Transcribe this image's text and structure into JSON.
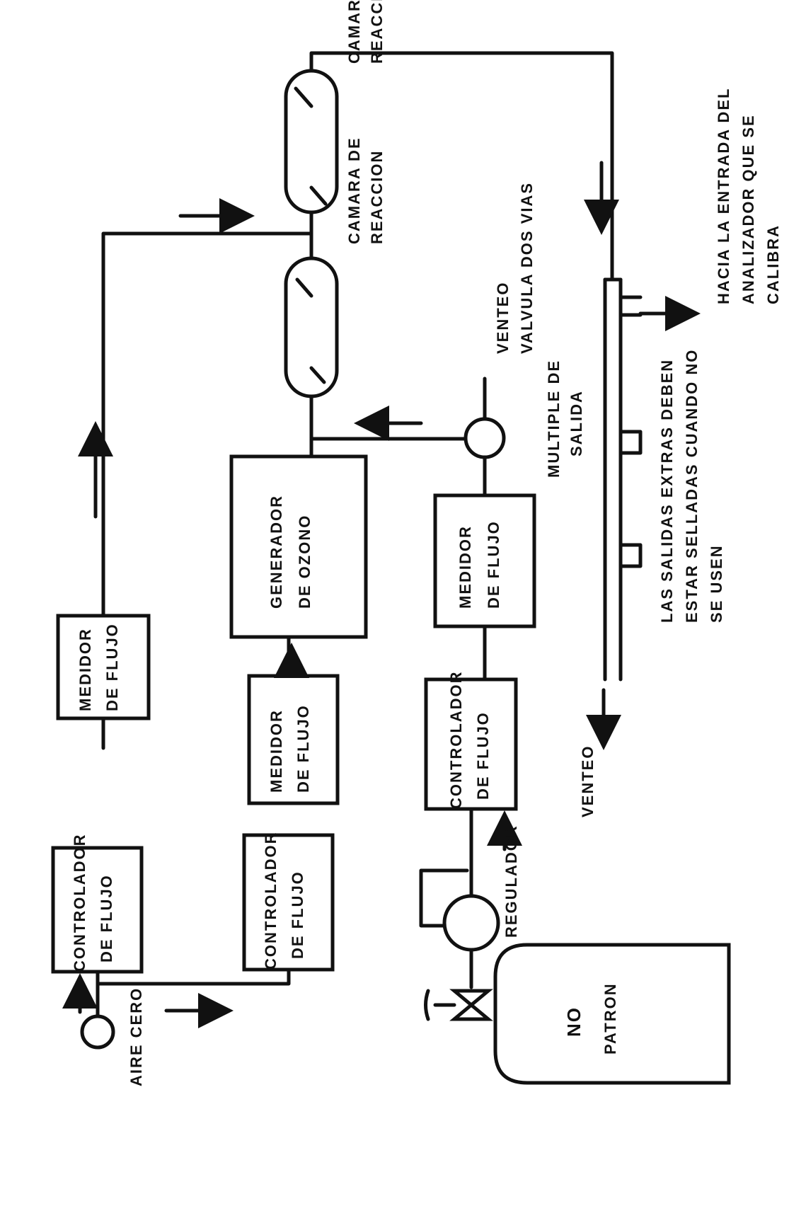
{
  "diagram": {
    "boxes": {
      "controller_1": [
        "CONTROLADOR",
        "DE FLUJO"
      ],
      "meter_1": [
        "MEDIDOR",
        "DE FLUJO"
      ],
      "controller_2": [
        "CONTROLADOR",
        "DE FLUJO"
      ],
      "meter_2": [
        "MEDIDOR",
        "DE FLUJO"
      ],
      "ozone_generator": [
        "GENERADOR",
        "DE OZONO"
      ],
      "controller_3": [
        "CONTROLADOR",
        "DE FLUJO"
      ],
      "meter_3": [
        "MEDIDOR",
        "DE FLUJO"
      ]
    },
    "labels": {
      "air_source": "AIRE CERO",
      "chamber_1": [
        "CAMARA DE",
        "REACCION"
      ],
      "chamber_2": [
        "CAMARA DE",
        "REACCION"
      ],
      "vent_valve": "VENTEO",
      "two_way_valve": "VALVULA DOS VIAS",
      "manifold": [
        "MULTIPLE DE",
        "SALIDA"
      ],
      "regulator": "REGULADOR",
      "cylinder": [
        "NO",
        "PATRON"
      ],
      "bottom_vent": "VENTEO",
      "outlets_note": [
        "LAS SALIDAS EXTRAS DEBEN",
        "ESTAR SELLADAS CUANDO NO",
        "SE USEN"
      ],
      "analyzer_note": [
        "HACIA LA ENTRADA DEL",
        "ANALIZADOR QUE SE",
        "CALIBRA"
      ]
    }
  }
}
